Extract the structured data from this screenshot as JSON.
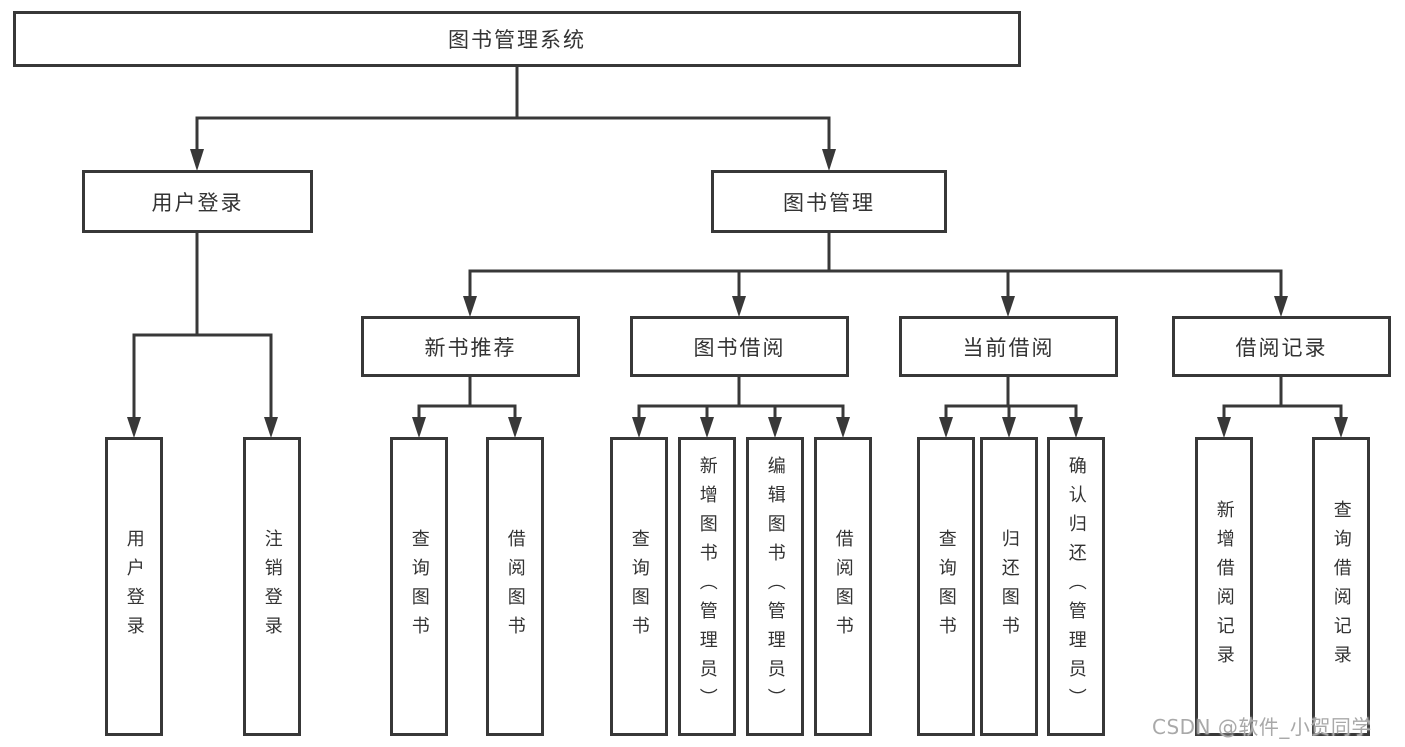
{
  "diagram": {
    "root": "图书管理系统",
    "branches": [
      {
        "label": "用户登录",
        "children": [
          "用户登录",
          "注销登录"
        ]
      },
      {
        "label": "图书管理",
        "children": [
          {
            "label": "新书推荐",
            "children": [
              "查询图书",
              "借阅图书"
            ]
          },
          {
            "label": "图书借阅",
            "children": [
              "查询图书",
              "新增图书（管理员）",
              "编辑图书（管理员）",
              "借阅图书"
            ]
          },
          {
            "label": "当前借阅",
            "children": [
              "查询图书",
              "归还图书",
              "确认归还（管理员）"
            ]
          },
          {
            "label": "借阅记录",
            "children": [
              "新增借阅记录",
              "查询借阅记录"
            ]
          }
        ]
      }
    ]
  },
  "watermark": "CSDN @软件_小贺同学",
  "colors": {
    "line": "#383838",
    "text": "#333333",
    "watermark": "#a9a9a9",
    "background": "#ffffff"
  }
}
